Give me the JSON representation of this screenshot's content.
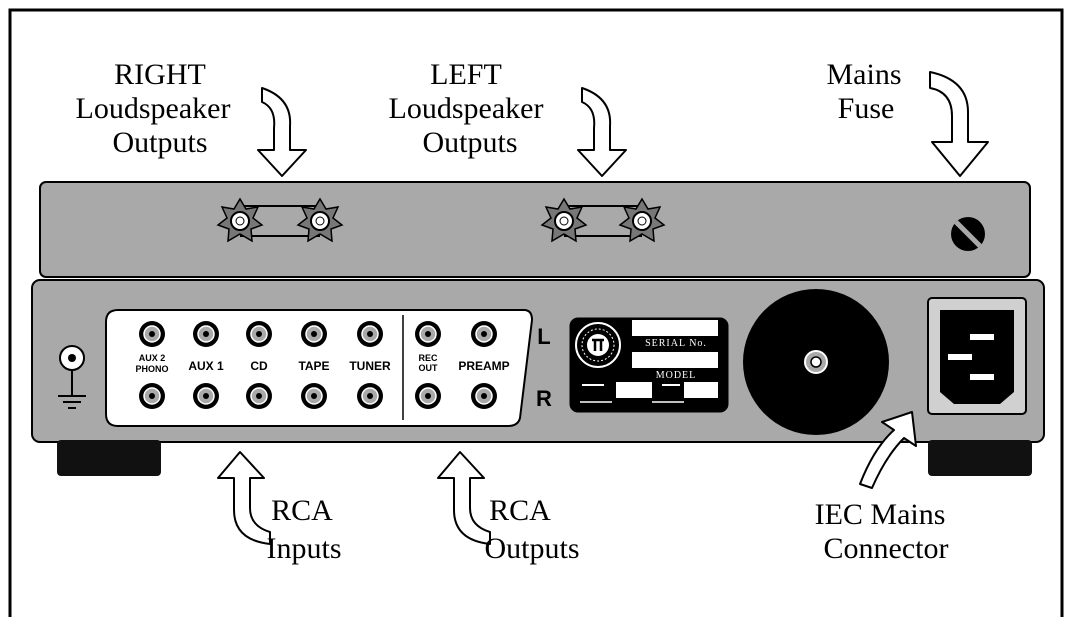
{
  "callouts": {
    "right_speaker": [
      "RIGHT",
      "Loudspeaker",
      "Outputs"
    ],
    "left_speaker": [
      "LEFT",
      "Loudspeaker",
      "Outputs"
    ],
    "mains_fuse": [
      "Mains",
      "Fuse"
    ],
    "rca_inputs": [
      "RCA",
      "Inputs"
    ],
    "rca_outputs": [
      "RCA",
      "Outputs"
    ],
    "iec_connector": [
      "IEC Mains",
      "Connector"
    ]
  },
  "jack_labels": {
    "aux2_phono": [
      "AUX 2",
      "PHONO"
    ],
    "aux1": "AUX 1",
    "cd": "CD",
    "tape": "TAPE",
    "tuner": "TUNER",
    "rec_out": [
      "REC",
      "OUT"
    ],
    "preamp": "PREAMP"
  },
  "channel_labels": {
    "left": "L",
    "right": "R"
  },
  "serial_plate": {
    "serial": "SERIAL No.",
    "model": "MODEL"
  },
  "colors": {
    "panel": "#a9a9a9",
    "plate": "#000000",
    "label_panel": "#ffffff"
  }
}
